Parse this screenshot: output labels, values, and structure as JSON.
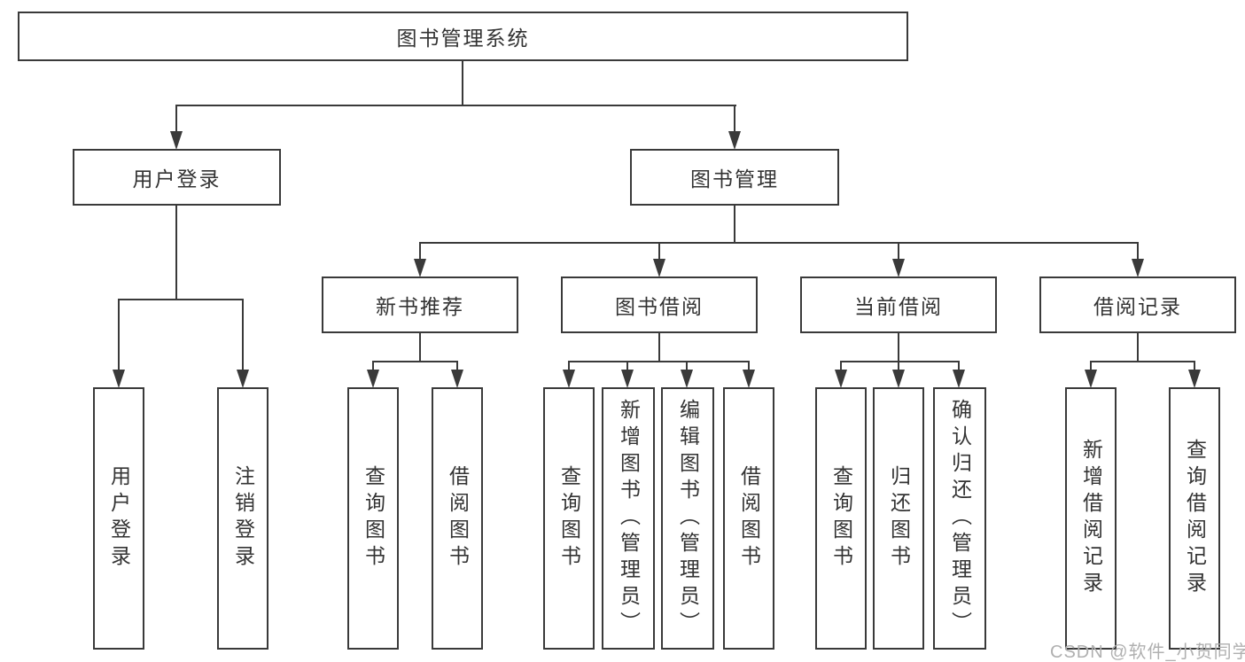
{
  "tree": {
    "label": "图书管理系统",
    "children": [
      {
        "label": "用户登录",
        "children": [
          {
            "label": "用户登录"
          },
          {
            "label": "注销登录"
          }
        ]
      },
      {
        "label": "图书管理",
        "children": [
          {
            "label": "新书推荐",
            "children": [
              {
                "label": "查询图书"
              },
              {
                "label": "借阅图书"
              }
            ]
          },
          {
            "label": "图书借阅",
            "children": [
              {
                "label": "查询图书"
              },
              {
                "label": "新增图书（管理员）"
              },
              {
                "label": "编辑图书（管理员）"
              },
              {
                "label": "借阅图书"
              }
            ]
          },
          {
            "label": "当前借阅",
            "children": [
              {
                "label": "查询图书"
              },
              {
                "label": "归还图书"
              },
              {
                "label": "确认归还（管理员）"
              }
            ]
          },
          {
            "label": "借阅记录",
            "children": [
              {
                "label": "新增借阅记录"
              },
              {
                "label": "查询借阅记录"
              }
            ]
          }
        ]
      }
    ]
  },
  "watermark": {
    "text": "CSDN @软件_小贺同学",
    "color": "#b0b0b0"
  },
  "colors": {
    "line": "#3a3a3a",
    "text": "#333333",
    "background": "#ffffff"
  }
}
